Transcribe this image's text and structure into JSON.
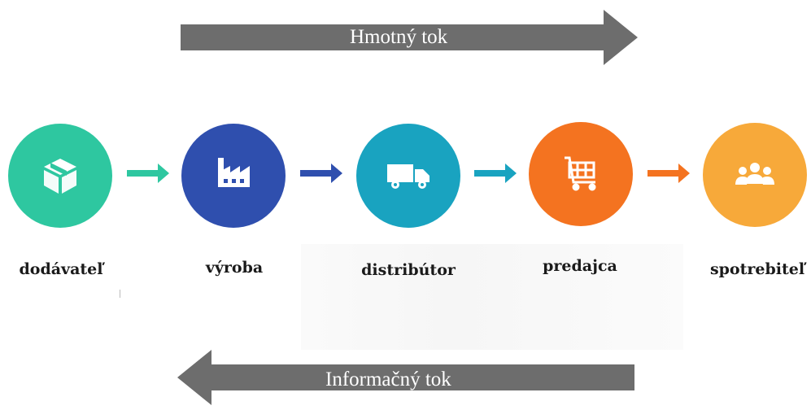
{
  "flows": {
    "material": {
      "label": "Hmotný tok",
      "direction": "right",
      "color": "#6d6d6d"
    },
    "information": {
      "label": "Informačný tok",
      "direction": "left",
      "color": "#6d6d6d"
    }
  },
  "stages": [
    {
      "id": "supplier",
      "label": "dodávateľ",
      "color": "#2ec7a0",
      "icon": "package-icon"
    },
    {
      "id": "production",
      "label": "výroba",
      "color": "#2f4fae",
      "icon": "factory-icon"
    },
    {
      "id": "distributor",
      "label": "distribútor",
      "color": "#19a3c0",
      "icon": "truck-icon"
    },
    {
      "id": "retailer",
      "label": "predajca",
      "color": "#f47320",
      "icon": "shopping-cart-icon"
    },
    {
      "id": "consumer",
      "label": "spotrebiteľ",
      "color": "#f7a93a",
      "icon": "people-icon"
    }
  ],
  "connectors": [
    {
      "from": "supplier",
      "to": "production",
      "color": "#2ec7a0"
    },
    {
      "from": "production",
      "to": "distributor",
      "color": "#2f4fae"
    },
    {
      "from": "distributor",
      "to": "retailer",
      "color": "#19a3c0"
    },
    {
      "from": "retailer",
      "to": "consumer",
      "color": "#f47320"
    }
  ]
}
